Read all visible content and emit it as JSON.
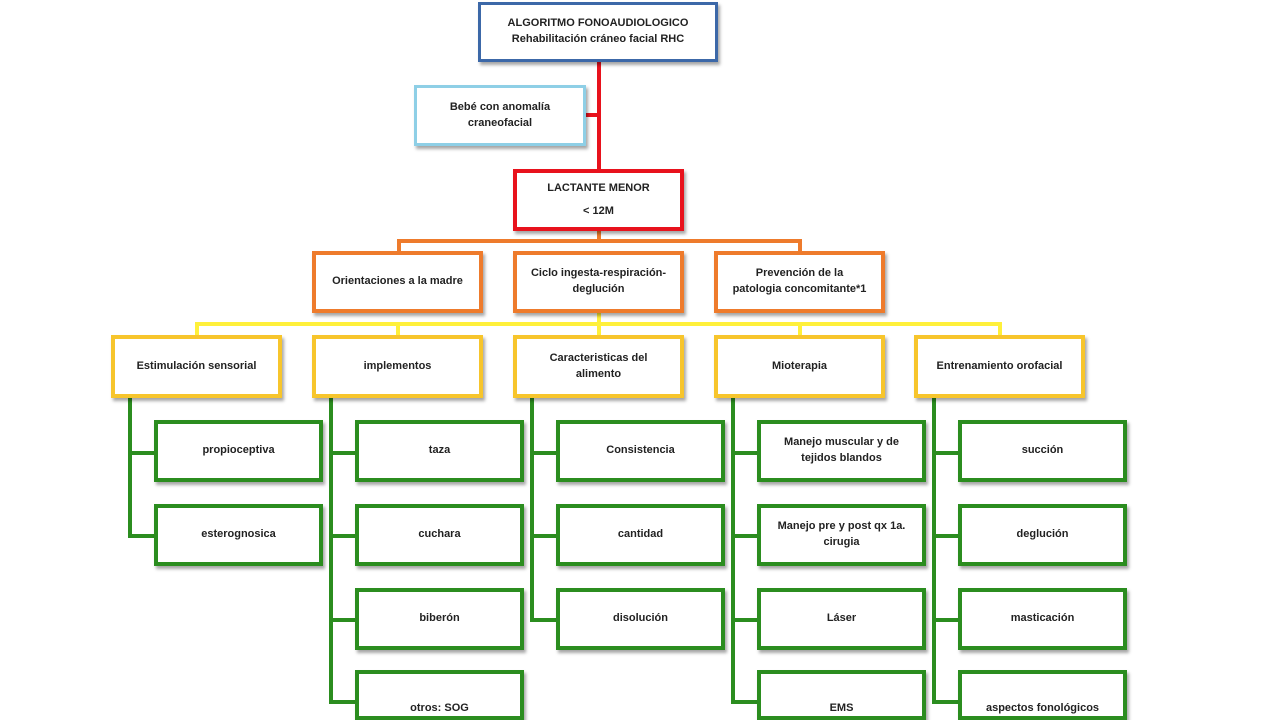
{
  "diagram": {
    "title": {
      "line1": "ALGORITMO FONOAUDIOLOGICO",
      "line2": "Rehabilitación cráneo facial RHC"
    },
    "patient": "Bebé con anomalía\ncraneofacial",
    "stage": "LACTANTE MENOR\n< 12M",
    "areas": [
      "Orientaciones a la madre",
      "Ciclo ingesta-respiración-\ndeglución",
      "Prevención de la\npatologia concomitante*1"
    ],
    "categories": [
      {
        "label": "Estimulación sensorial",
        "items": [
          "propioceptiva",
          "esterognosica"
        ]
      },
      {
        "label": "implementos",
        "items": [
          "taza",
          "cuchara",
          "biberón",
          "otros: SOG"
        ]
      },
      {
        "label": "Caracteristicas del\nalimento",
        "items": [
          "Consistencia",
          "cantidad",
          "disolución"
        ]
      },
      {
        "label": "Mioterapia",
        "items": [
          "Manejo muscular y de\ntejidos blandos",
          "Manejo pre y post qx 1a.\ncirugia",
          "Láser",
          "EMS"
        ]
      },
      {
        "label": "Entrenamiento orofacial",
        "items": [
          "succión",
          "deglución",
          "masticación",
          "aspectos fonológicos"
        ]
      }
    ],
    "colors": {
      "title_border": "#3c68a8",
      "patient_border": "#8ecfe6",
      "stage_border": "#e8121c",
      "area_border": "#ee7b2c",
      "category_border": "#f7c52c",
      "category_connector": "#fff03a",
      "item_border": "#2b8d1f"
    }
  }
}
